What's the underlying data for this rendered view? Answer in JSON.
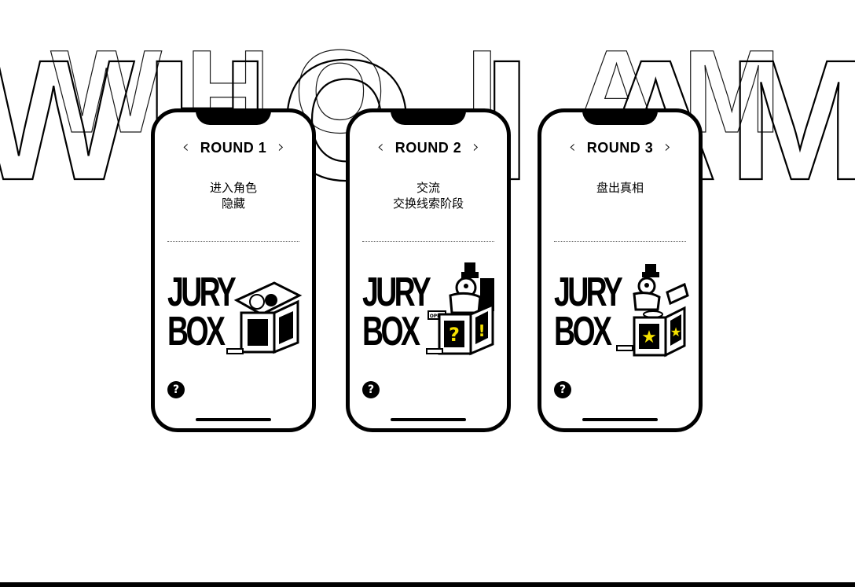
{
  "headline": "WHO I AM",
  "phones": [
    {
      "round_label": "ROUND 1",
      "lines": [
        "进入角色",
        "隐藏"
      ],
      "logo_top": "JURY",
      "logo_bottom": "BOX",
      "help": "?"
    },
    {
      "round_label": "ROUND 2",
      "lines": [
        "交流",
        "交换线索阶段"
      ],
      "logo_top": "JURY",
      "logo_bottom": "BOX",
      "help": "?",
      "box_marks": [
        "?",
        "!"
      ],
      "tag": "OPEN"
    },
    {
      "round_label": "ROUND 3",
      "lines": [
        "盘出真相"
      ],
      "logo_top": "JURY",
      "logo_bottom": "BOX",
      "help": "?",
      "box_marks": [
        "★",
        "★"
      ]
    }
  ],
  "nav": {
    "prev": "‹",
    "next": "›"
  },
  "colors": {
    "accent": "#F5E100",
    "ink": "#000000",
    "background": "#FFFFFF"
  },
  "icons": [
    "chevron-left-icon",
    "chevron-right-icon",
    "help-icon"
  ]
}
